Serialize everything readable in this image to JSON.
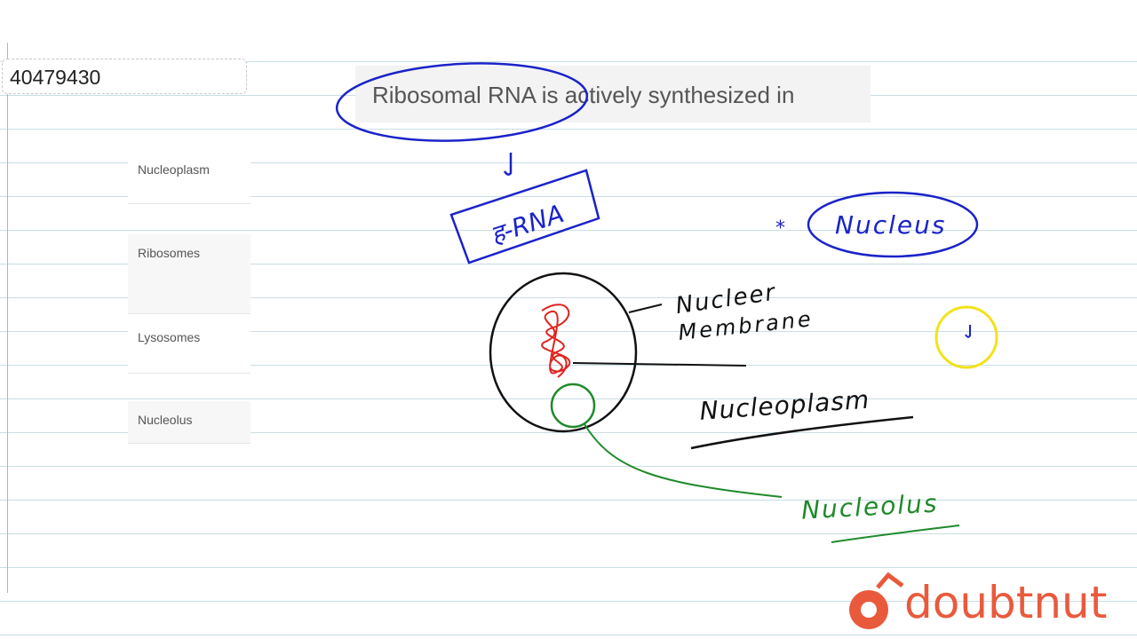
{
  "question": {
    "id": "40479430",
    "text": "Ribosomal RNA is actively synthesized in"
  },
  "options": [
    {
      "label": "Nucleoplasm"
    },
    {
      "label": "Ribosomes"
    },
    {
      "label": "Lysosomes"
    },
    {
      "label": "Nucleolus"
    }
  ],
  "annotations": {
    "rrna": "ह-RNA",
    "answer": "Nucleus",
    "nuclear_membrane_line1": "Nucleer",
    "nuclear_membrane_line2": "Membrane",
    "nucleoplasm": "Nucleoplasm",
    "nucleolus": "Nucleolus",
    "ink_colors": {
      "blue": "#1a23c8",
      "black": "#111111",
      "red": "#e0231e",
      "green": "#1f8a2a",
      "cursor": "#f2e21b"
    }
  },
  "brand": {
    "name": "doubtnut",
    "color": "#e95a3c"
  }
}
